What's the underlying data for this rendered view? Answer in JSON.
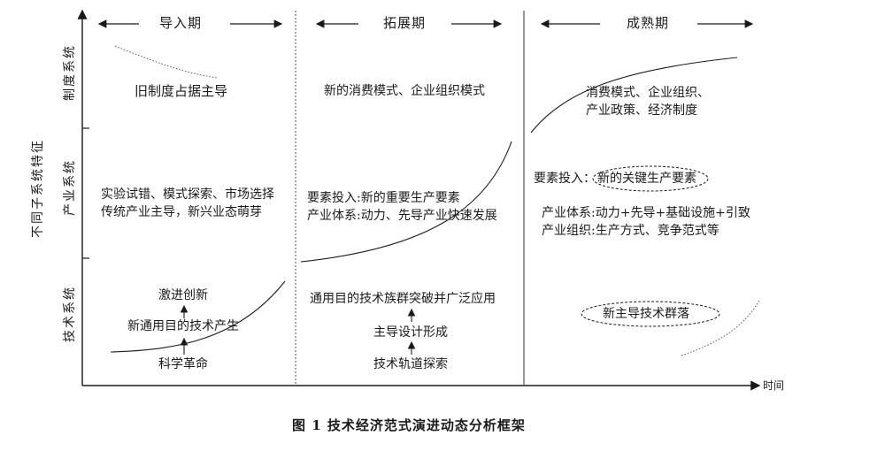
{
  "phases": [
    "导入期",
    "拓展期",
    "成熟期"
  ],
  "y_axis_title": "不同子系统特征",
  "subsystems": [
    "制度系统",
    "产业系统",
    "技术系统"
  ],
  "x_axis_label": "时间",
  "intro": {
    "institution": "旧制度占据主导",
    "industry_line1": "实验试错、模式探索、市场选择",
    "industry_line2": "传统产业主导，新兴业态萌芽",
    "tech_top": "激进创新",
    "tech_mid": "新通用目的技术产生",
    "tech_bottom": "科学革命"
  },
  "expansion": {
    "institution": "新的消费模式、企业组织模式",
    "industry_line1": "要素投入:新的重要生产要素",
    "industry_line2": "产业体系:动力、先导产业快速发展",
    "tech_top": "通用目的技术族群突破并广泛应用",
    "tech_mid": "主导设计形成",
    "tech_bottom": "技术轨道探索"
  },
  "mature": {
    "institution_line1": "消费模式、企业组织、",
    "institution_line2": "产业政策、经济制度",
    "factor_prefix": "要素投入：",
    "factor_key": "新的关键生产要素",
    "industry_line1": "产业体系:动力+先导+基础设施+引致",
    "industry_line2": "产业组织:生产方式、竞争范式等",
    "tech_key": "新主导技术群落"
  },
  "caption": "图 1    技术经济范式演进动态分析框架"
}
